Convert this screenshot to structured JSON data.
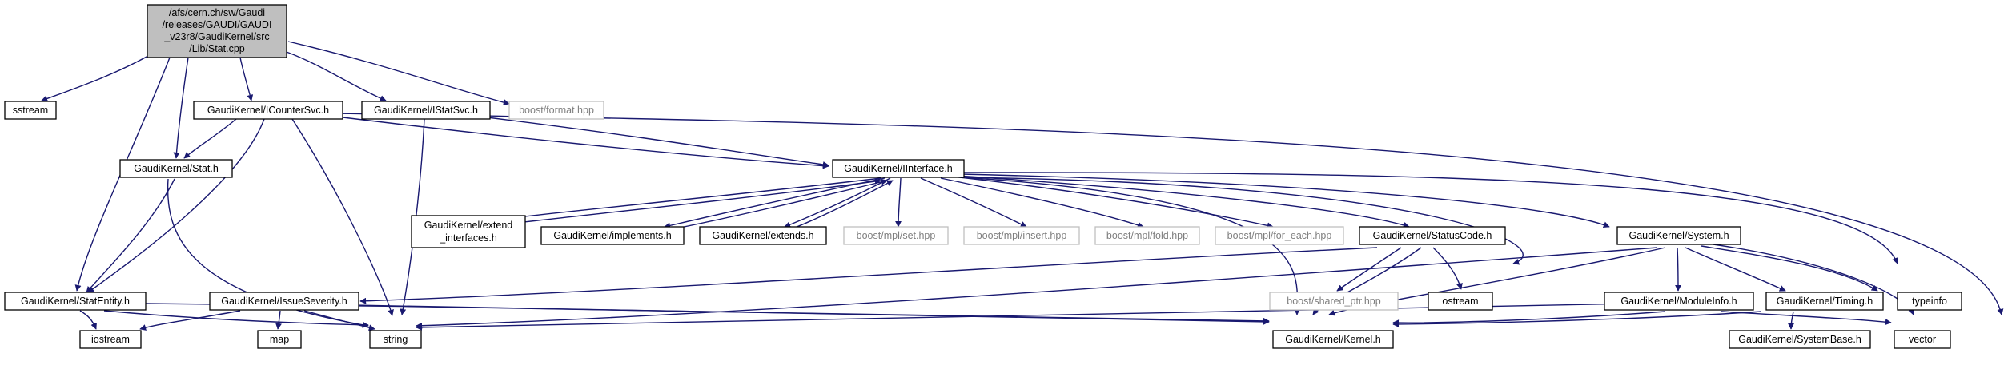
{
  "nodes": {
    "root_l1": "/afs/cern.ch/sw/Gaudi",
    "root_l2": "/releases/GAUDI/GAUDI",
    "root_l3": "_v23r8/GaudiKernel/src",
    "root_l4": "/Lib/Stat.cpp",
    "sstream": "sstream",
    "icountersvc": "GaudiKernel/ICounterSvc.h",
    "istatsvc": "GaudiKernel/IStatSvc.h",
    "boost_format": "boost/format.hpp",
    "stat_h": "GaudiKernel/Stat.h",
    "iinterface": "GaudiKernel/IInterface.h",
    "extend_l1": "GaudiKernel/extend",
    "extend_l2": "_interfaces.h",
    "implements": "GaudiKernel/implements.h",
    "extends": "GaudiKernel/extends.h",
    "mpl_set": "boost/mpl/set.hpp",
    "mpl_insert": "boost/mpl/insert.hpp",
    "mpl_fold": "boost/mpl/fold.hpp",
    "mpl_foreach": "boost/mpl/for_each.hpp",
    "statuscode": "GaudiKernel/StatusCode.h",
    "system": "GaudiKernel/System.h",
    "statentity": "GaudiKernel/StatEntity.h",
    "issueseverity": "GaudiKernel/IssueSeverity.h",
    "shared_ptr": "boost/shared_ptr.hpp",
    "ostream": "ostream",
    "moduleinfo": "GaudiKernel/ModuleInfo.h",
    "timing": "GaudiKernel/Timing.h",
    "typeinfo": "typeinfo",
    "iostream": "iostream",
    "map": "map",
    "string": "string",
    "kernel": "GaudiKernel/Kernel.h",
    "systembase": "GaudiKernel/SystemBase.h",
    "vector": "vector"
  }
}
